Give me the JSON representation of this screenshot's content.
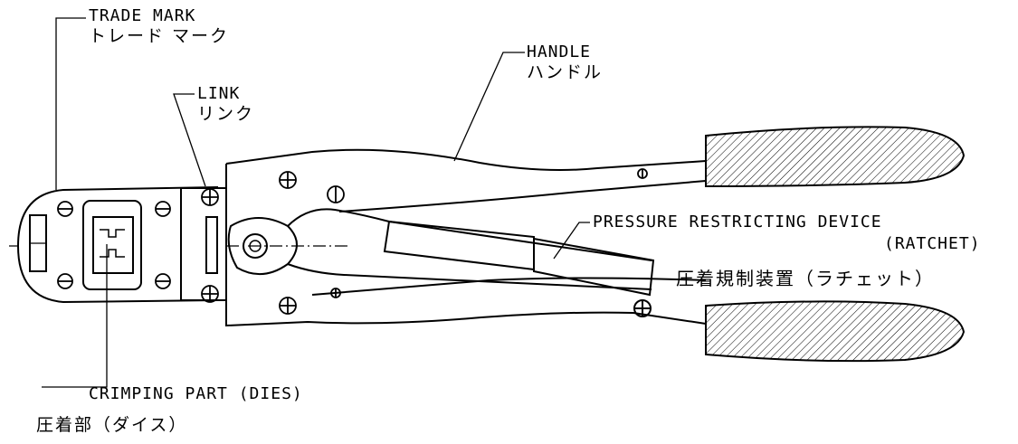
{
  "labels": {
    "trade_mark": {
      "en": "TRADE MARK",
      "jp": "トレード マーク"
    },
    "link": {
      "en": "LINK",
      "jp": "リンク"
    },
    "handle": {
      "en": "HANDLE",
      "jp": "ハンドル"
    },
    "pressure": {
      "en": "PRESSURE RESTRICTING DEVICE",
      "en2": "(RATCHET)",
      "jp": "圧着規制装置（ラチェット）"
    },
    "crimping": {
      "en": "CRIMPING PART (DIES)",
      "jp": "圧着部（ダイス）"
    }
  },
  "colors": {
    "line": "#000000",
    "background": "#ffffff"
  }
}
